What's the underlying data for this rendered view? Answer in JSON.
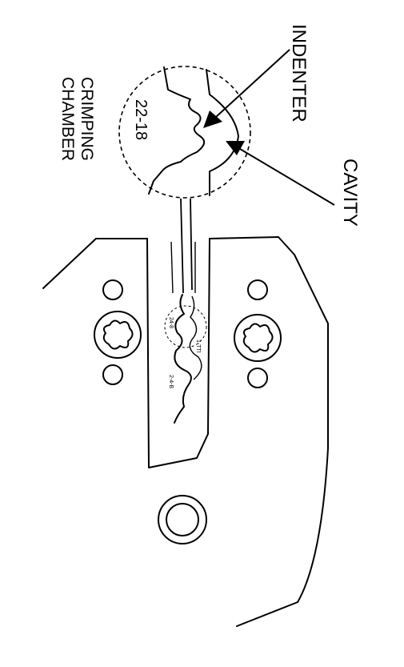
{
  "labels": {
    "indenter": "INDENTER",
    "cavity": "CAVITY",
    "crimping_line1": "CRIMPING",
    "crimping_line2": "CHAMBER",
    "gauge": "22-18",
    "small_gauge_1": "24-8",
    "small_gauge_2": "1-TTI",
    "small_gauge_3": "2-4-B"
  },
  "colors": {
    "line": "#000000",
    "background": "#ffffff"
  }
}
